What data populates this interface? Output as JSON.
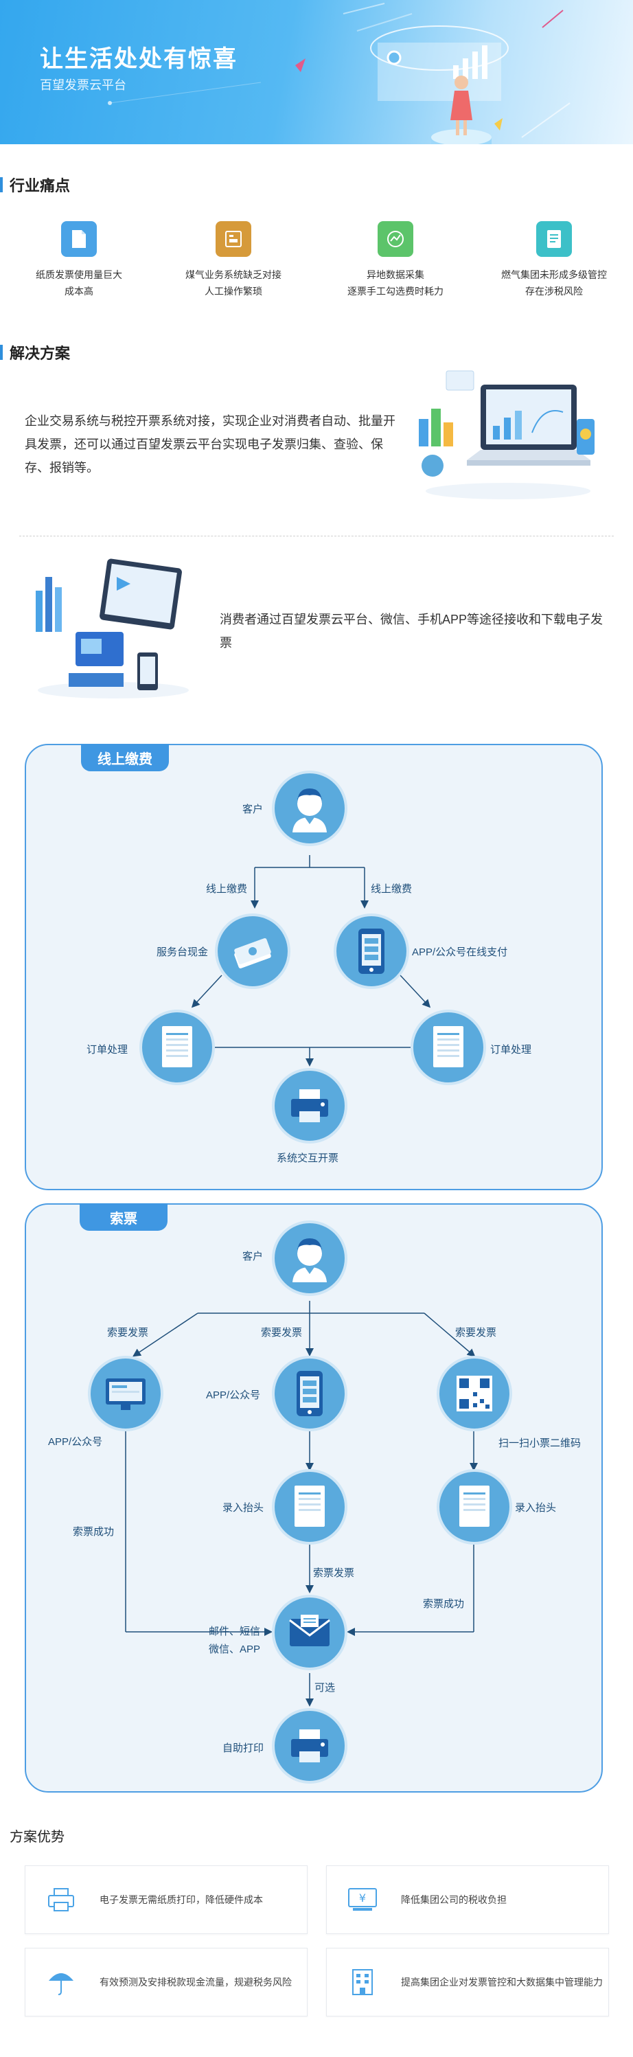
{
  "hero": {
    "title": "让生活处处有惊喜",
    "subtitle": "百望发票云平台"
  },
  "pain_section": {
    "title": "行业痛点"
  },
  "pain_points": [
    {
      "icon": "paper-document-icon",
      "color": "#4aa3e6",
      "line1": "纸质发票使用量巨大",
      "line2": "成本高"
    },
    {
      "icon": "gas-business-icon",
      "color": "#d69a3a",
      "line1": "煤气业务系统缺乏对接",
      "line2": "人工操作繁琐"
    },
    {
      "icon": "remote-data-icon",
      "color": "#5cc46a",
      "line1": "异地数据采集",
      "line2": "逐票手工勾选费时耗力"
    },
    {
      "icon": "multi-level-control-icon",
      "color": "#3cc0c8",
      "line1": "燃气集团未形成多级管控",
      "line2": "存在涉税风险"
    }
  ],
  "solution_section": {
    "title": "解决方案"
  },
  "solution_para1": "企业交易系统与税控开票系统对接，实现企业对消费者自动、批量开具发票，还可以通过百望发票云平台实现电子发票归集、查验、保存、报销等。",
  "solution_para2": "消费者通过百望发票云平台、微信、手机APP等途径接收和下载电子发票",
  "online_flow": {
    "tag": "线上缴费",
    "customer": "客户",
    "branch_left": "线上缴费",
    "branch_right": "线上缴费",
    "cash": "服务台现金",
    "app_pay": "APP/公众号在线支付",
    "order_left": "订单处理",
    "order_right": "订单处理",
    "invoice": "系统交互开票"
  },
  "request_flow": {
    "tag": "索票",
    "customer": "客户",
    "req_left": "索要发票",
    "req_mid": "索要发票",
    "req_right": "索要发票",
    "app_left": "APP/公众号",
    "app_mid": "APP/公众号",
    "scan": "扫一扫小票二维码",
    "enter_mid": "录入抬头",
    "enter_right": "录入抬头",
    "success_left": "索票成功",
    "req_after": "索票发票",
    "success_right": "索票成功",
    "channels_line1": "邮件、短信",
    "channels_line2": "微信、APP",
    "optional": "可选",
    "self_print": "自助打印"
  },
  "advantage_section": {
    "title": "方案优势"
  },
  "advantages": [
    {
      "icon": "printer-icon",
      "text": "电子发票无需纸质打印，降低硬件成本"
    },
    {
      "icon": "tax-reduce-icon",
      "text": "降低集团公司的税收负担"
    },
    {
      "icon": "umbrella-icon",
      "text": "有效预测及安排税款现金流量，规避税务风险"
    },
    {
      "icon": "building-icon",
      "text": "提高集团企业对发票管控和大数据集中管理能力"
    }
  ]
}
